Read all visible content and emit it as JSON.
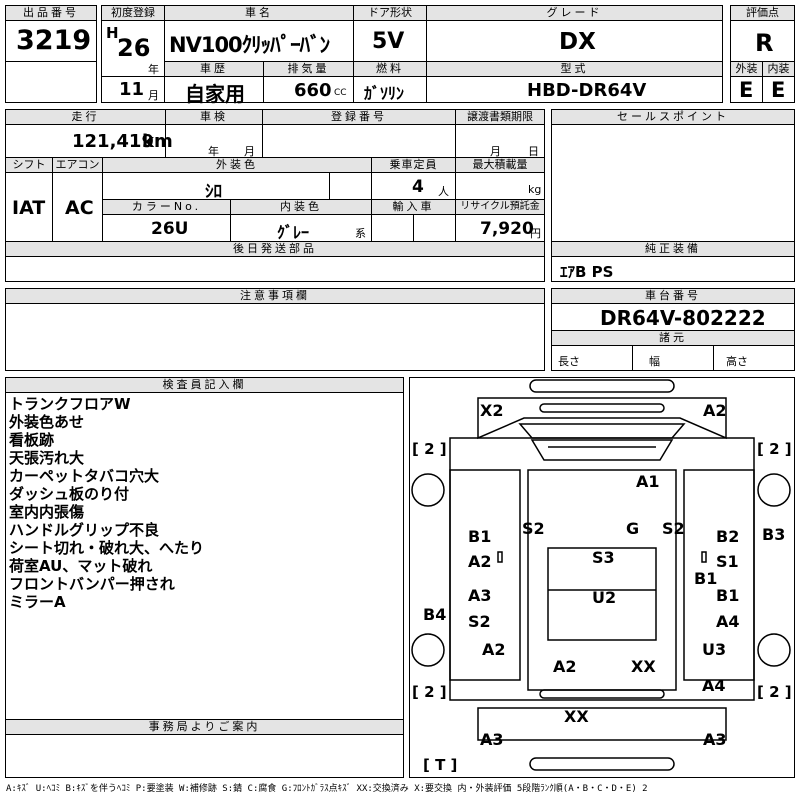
{
  "header": {
    "lot_no_label": "出品番号",
    "lot_no": "3219",
    "first_reg_label": "初度登録",
    "era": "H",
    "year_value": "26",
    "year_unit": "年",
    "month_value": "11",
    "month_unit": "月",
    "car_name_label": "車名",
    "car_name": "NV100ｸﾘｯﾊﾟｰﾊﾞﾝ",
    "door_label": "ドア形状",
    "door": "5V",
    "grade_label": "グレード",
    "grade": "DX",
    "score_label": "評価点",
    "score": "R",
    "history_label": "車歴",
    "history": "自家用",
    "displacement_label": "排気量",
    "displacement": "660",
    "displacement_unit": "CC",
    "fuel_label": "燃料",
    "fuel": "ｶﾞｿﾘﾝ",
    "model_label": "型式",
    "model": "HBD-DR64V",
    "exterior_label": "外装",
    "exterior": "E",
    "interior_label": "内装",
    "interior": "E"
  },
  "specs": {
    "mileage_label": "走行",
    "mileage": "121,419",
    "mileage_unit": "km",
    "inspection_label": "車検",
    "insp_year_unit": "年",
    "insp_month_unit": "月",
    "reg_no_label": "登録番号",
    "transfer_label": "譲渡書類期限",
    "transfer_month_unit": "月",
    "transfer_day_unit": "日",
    "shift_label": "シフト",
    "shift": "IAT",
    "ac_label": "エアコン",
    "ac": "AC",
    "color_label": "外装色",
    "color": "ｼﾛ",
    "capacity_label": "乗車定員",
    "capacity": "4",
    "capacity_unit": "人",
    "load_label": "最大積載量",
    "load_unit": "kg",
    "color_no_label": "カラーNo.",
    "color_no": "26U",
    "int_color_label": "内装色",
    "int_color": "ｸﾞﾚｰ",
    "int_color_unit": "系",
    "import_label": "輸入車",
    "recycle_label": "リサイクル預託金",
    "recycle": "7,920",
    "recycle_unit": "円",
    "later_parts_label": "後日発送部品"
  },
  "right": {
    "sales_label": "セールスポイント",
    "equipment_label": "純正装備",
    "equipment": "ｴｱB PS",
    "chassis_label": "車台番号",
    "chassis": "DR64V-802222",
    "dims_label": "諸元",
    "length_label": "長さ",
    "width_label": "幅",
    "height_label": "高さ"
  },
  "notes": {
    "caution_label": "注意事項欄",
    "inspector_label": "検査員記入欄",
    "inspector_lines": [
      "トランクフロアW",
      "外装色あせ",
      "看板跡",
      "天張汚れ大",
      "カーペットタバコ穴大",
      "ダッシュ板のり付",
      "室内内張傷",
      "ハンドルグリップ不良",
      "シート切れ・破れ大、へたり",
      "荷室AU、マット破れ",
      "フロントバンパー押され",
      "ミラーA"
    ],
    "office_label": "事務局よりご案内"
  },
  "diagram": {
    "marks": {
      "x2": "X2",
      "a2_tr": "A2",
      "b_fl": "[ 2 ]",
      "b_fr": "[ 2 ]",
      "a1": "A1",
      "b1_l": "B1",
      "s2_l": "S2",
      "g": "G",
      "s2_r": "S2",
      "b2": "B2",
      "b3": "B3",
      "a2_l": "A2",
      "s3": "S3",
      "s1": "S1",
      "b1_c": "B1",
      "a3_l": "A3",
      "u2": "U2",
      "b1_r": "B1",
      "b4": "B4",
      "s2_l2": "S2",
      "a4_r": "A4",
      "a2_l2": "A2",
      "u3": "U3",
      "a2_b": "A2",
      "xx_b": "XX",
      "a4_b": "A4",
      "b_rl": "[ 2 ]",
      "b_rr": "[ 2 ]",
      "xx_r": "XX",
      "a3_bl": "A3",
      "a3_br": "A3",
      "t": "[ T ]"
    }
  },
  "legend": "A:ｷｽﾞ U:ﾍｺﾐ B:ｷｽﾞを伴うﾍｺﾐ P:要塗装 W:補修跡 S:錆 C:腐食 G:ﾌﾛﾝﾄｶﾞﾗｽ点ｷｽﾞ XX:交換済み X:要交換 内・外装評価 5段階ﾗﾝｸ順(A・B・C・D・E) 2"
}
